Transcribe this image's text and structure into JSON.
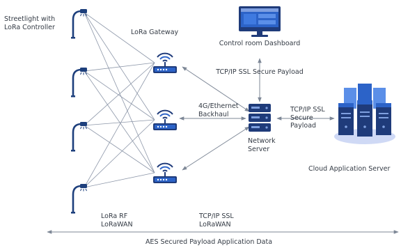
{
  "labels": {
    "streetlight": [
      "Streetlight with",
      "LoRa Controller"
    ],
    "gateway": "LoRa Gateway",
    "dashboard": "Control room Dashboard",
    "tcp_secure_payload": "TCP/IP SSL Secure Payload",
    "backhaul": [
      "4G/Ethernet",
      "Backhaul"
    ],
    "network_server": [
      "Network",
      "Server"
    ],
    "tcp_ssl_right": [
      "TCP/IP SSL",
      "Secure",
      "Payload"
    ],
    "cloud_server": "Cloud Application Server",
    "lora_rf": [
      "LoRa RF",
      "LoRaWAN"
    ],
    "tcp_lorawan": [
      "TCP/IP SSL",
      "LoRaWAN"
    ],
    "aes": "AES Secured Payload Application Data"
  },
  "colors": {
    "mesh_line": "#8c96a8",
    "arrow": "#7d8796",
    "icon_navy": "#1f3b7a",
    "icon_blue": "#2c63c8",
    "streetlight": "#1d3f7c",
    "server_light": "#7fa0e0",
    "cloud_glow": "#cfd9f5",
    "text": "#333a44"
  },
  "icons": {
    "streetlights": "streetlight-icon",
    "gateways": "wireless-router-icon",
    "network_server": "server-rack-icon",
    "cloud": "cloud-server-icon",
    "monitor": "desktop-monitor-icon"
  }
}
